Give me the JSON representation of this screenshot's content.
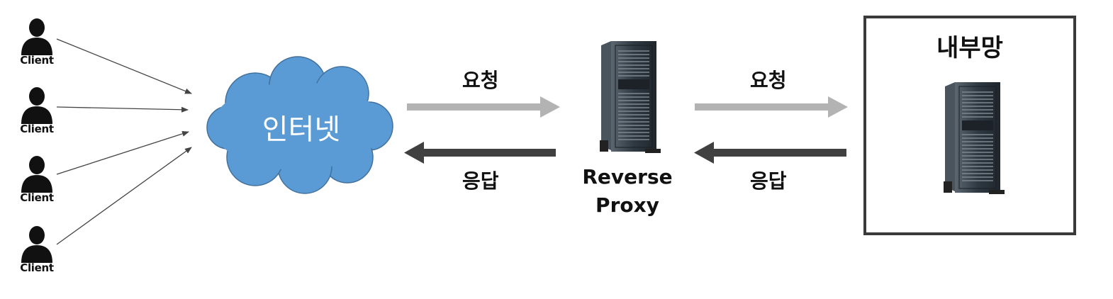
{
  "clients": [
    {
      "label": "Client"
    },
    {
      "label": "Client"
    },
    {
      "label": "Client"
    },
    {
      "label": "Client"
    }
  ],
  "cloud": {
    "label": "인터넷",
    "color": "#5b9bd5"
  },
  "left_link": {
    "request_label": "요청",
    "response_label": "응답"
  },
  "proxy": {
    "line1": "Reverse",
    "line2": "Proxy"
  },
  "right_link": {
    "request_label": "요청",
    "response_label": "응답"
  },
  "internal_network": {
    "title": "내부망"
  },
  "colors": {
    "request_arrow": "#b3b3b3",
    "response_arrow": "#404040",
    "server": "#2f3942"
  }
}
